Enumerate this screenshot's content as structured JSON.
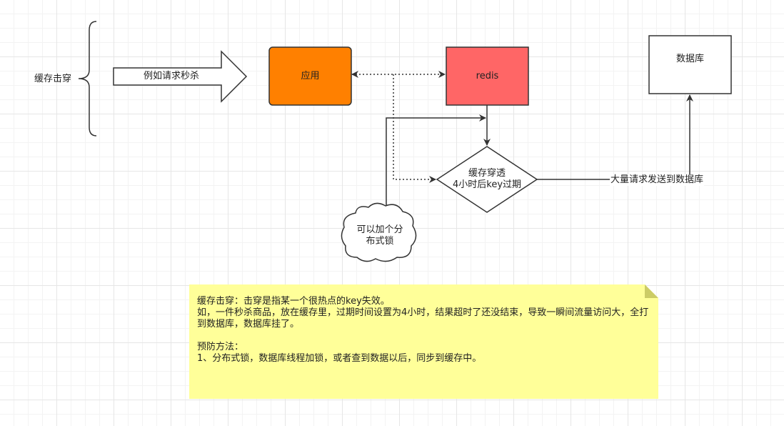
{
  "brace_label": "缓存击穿",
  "arrow_label": "例如请求秒杀",
  "nodes": {
    "app": {
      "label": "应用",
      "color": "#ff8000"
    },
    "redis": {
      "label": "redis",
      "color": "#ff6666"
    },
    "database": {
      "label": "数据库",
      "color": "#ffffff"
    },
    "decision": {
      "line1": "缓存穿透",
      "line2": "4小时后key过期"
    },
    "cloud": {
      "line1": "可以加个分",
      "line2": "布式锁"
    }
  },
  "edge_label": "大量请求发送到数据库",
  "note": {
    "color": "#ffff99",
    "text": "缓存击穿：击穿是指某一个很热点的key失效。\n如，一件秒杀商品，放在缓存里，过期时间设置为4小时，结果超时了还没结束，导致一瞬间流量访问大，全打到数据库，数据库挂了。\n\n预防方法：\n1、分布式锁，数据库线程加锁，或者查到数据以后，同步到缓存中。"
  }
}
